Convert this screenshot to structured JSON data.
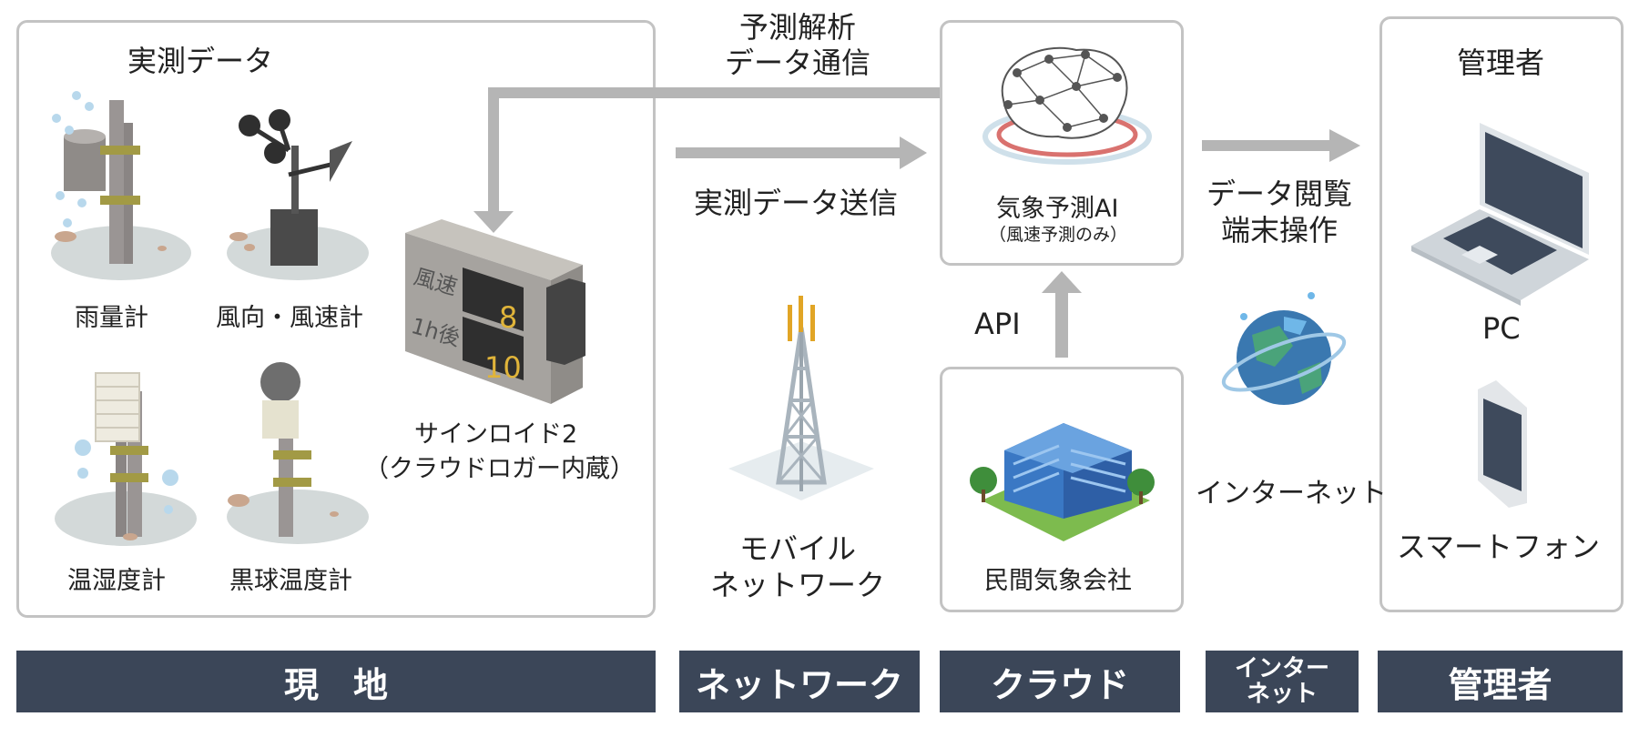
{
  "onsite": {
    "title": "実測データ",
    "sensors": {
      "rain": "雨量計",
      "wind": "風向・風速計",
      "temp_humidity": "温湿度計",
      "globe": "黒球温度計"
    },
    "signboard": {
      "row1_label": "風速",
      "row1_value": "8",
      "row2_label": "1h後",
      "row2_value": "10",
      "name_line1": "サインロイド2",
      "name_line2": "（クラウドロガー内蔵）"
    }
  },
  "network": {
    "forecast_comm_line1": "予測解析",
    "forecast_comm_line2": "データ通信",
    "send_label": "実測データ送信",
    "mobile_line1": "モバイル",
    "mobile_line2": "ネットワーク"
  },
  "cloud": {
    "ai_label": "気象予測AI",
    "ai_sub": "（風速予測のみ）",
    "api_label": "API",
    "company_label": "民間気象会社"
  },
  "internet": {
    "access_line1": "データ閲覧",
    "access_line2": "端末操作",
    "label": "インターネット"
  },
  "admin": {
    "title": "管理者",
    "pc_label": "PC",
    "phone_label": "スマートフォン"
  },
  "bands": {
    "onsite": "現　地",
    "network": "ネットワーク",
    "cloud": "クラウド",
    "internet": "インター\nネット",
    "admin": "管理者"
  },
  "colors": {
    "band": "#3b4658",
    "border": "#c3c3c3",
    "arrow": "#b5b5b5",
    "digit": "#e0b43a"
  }
}
